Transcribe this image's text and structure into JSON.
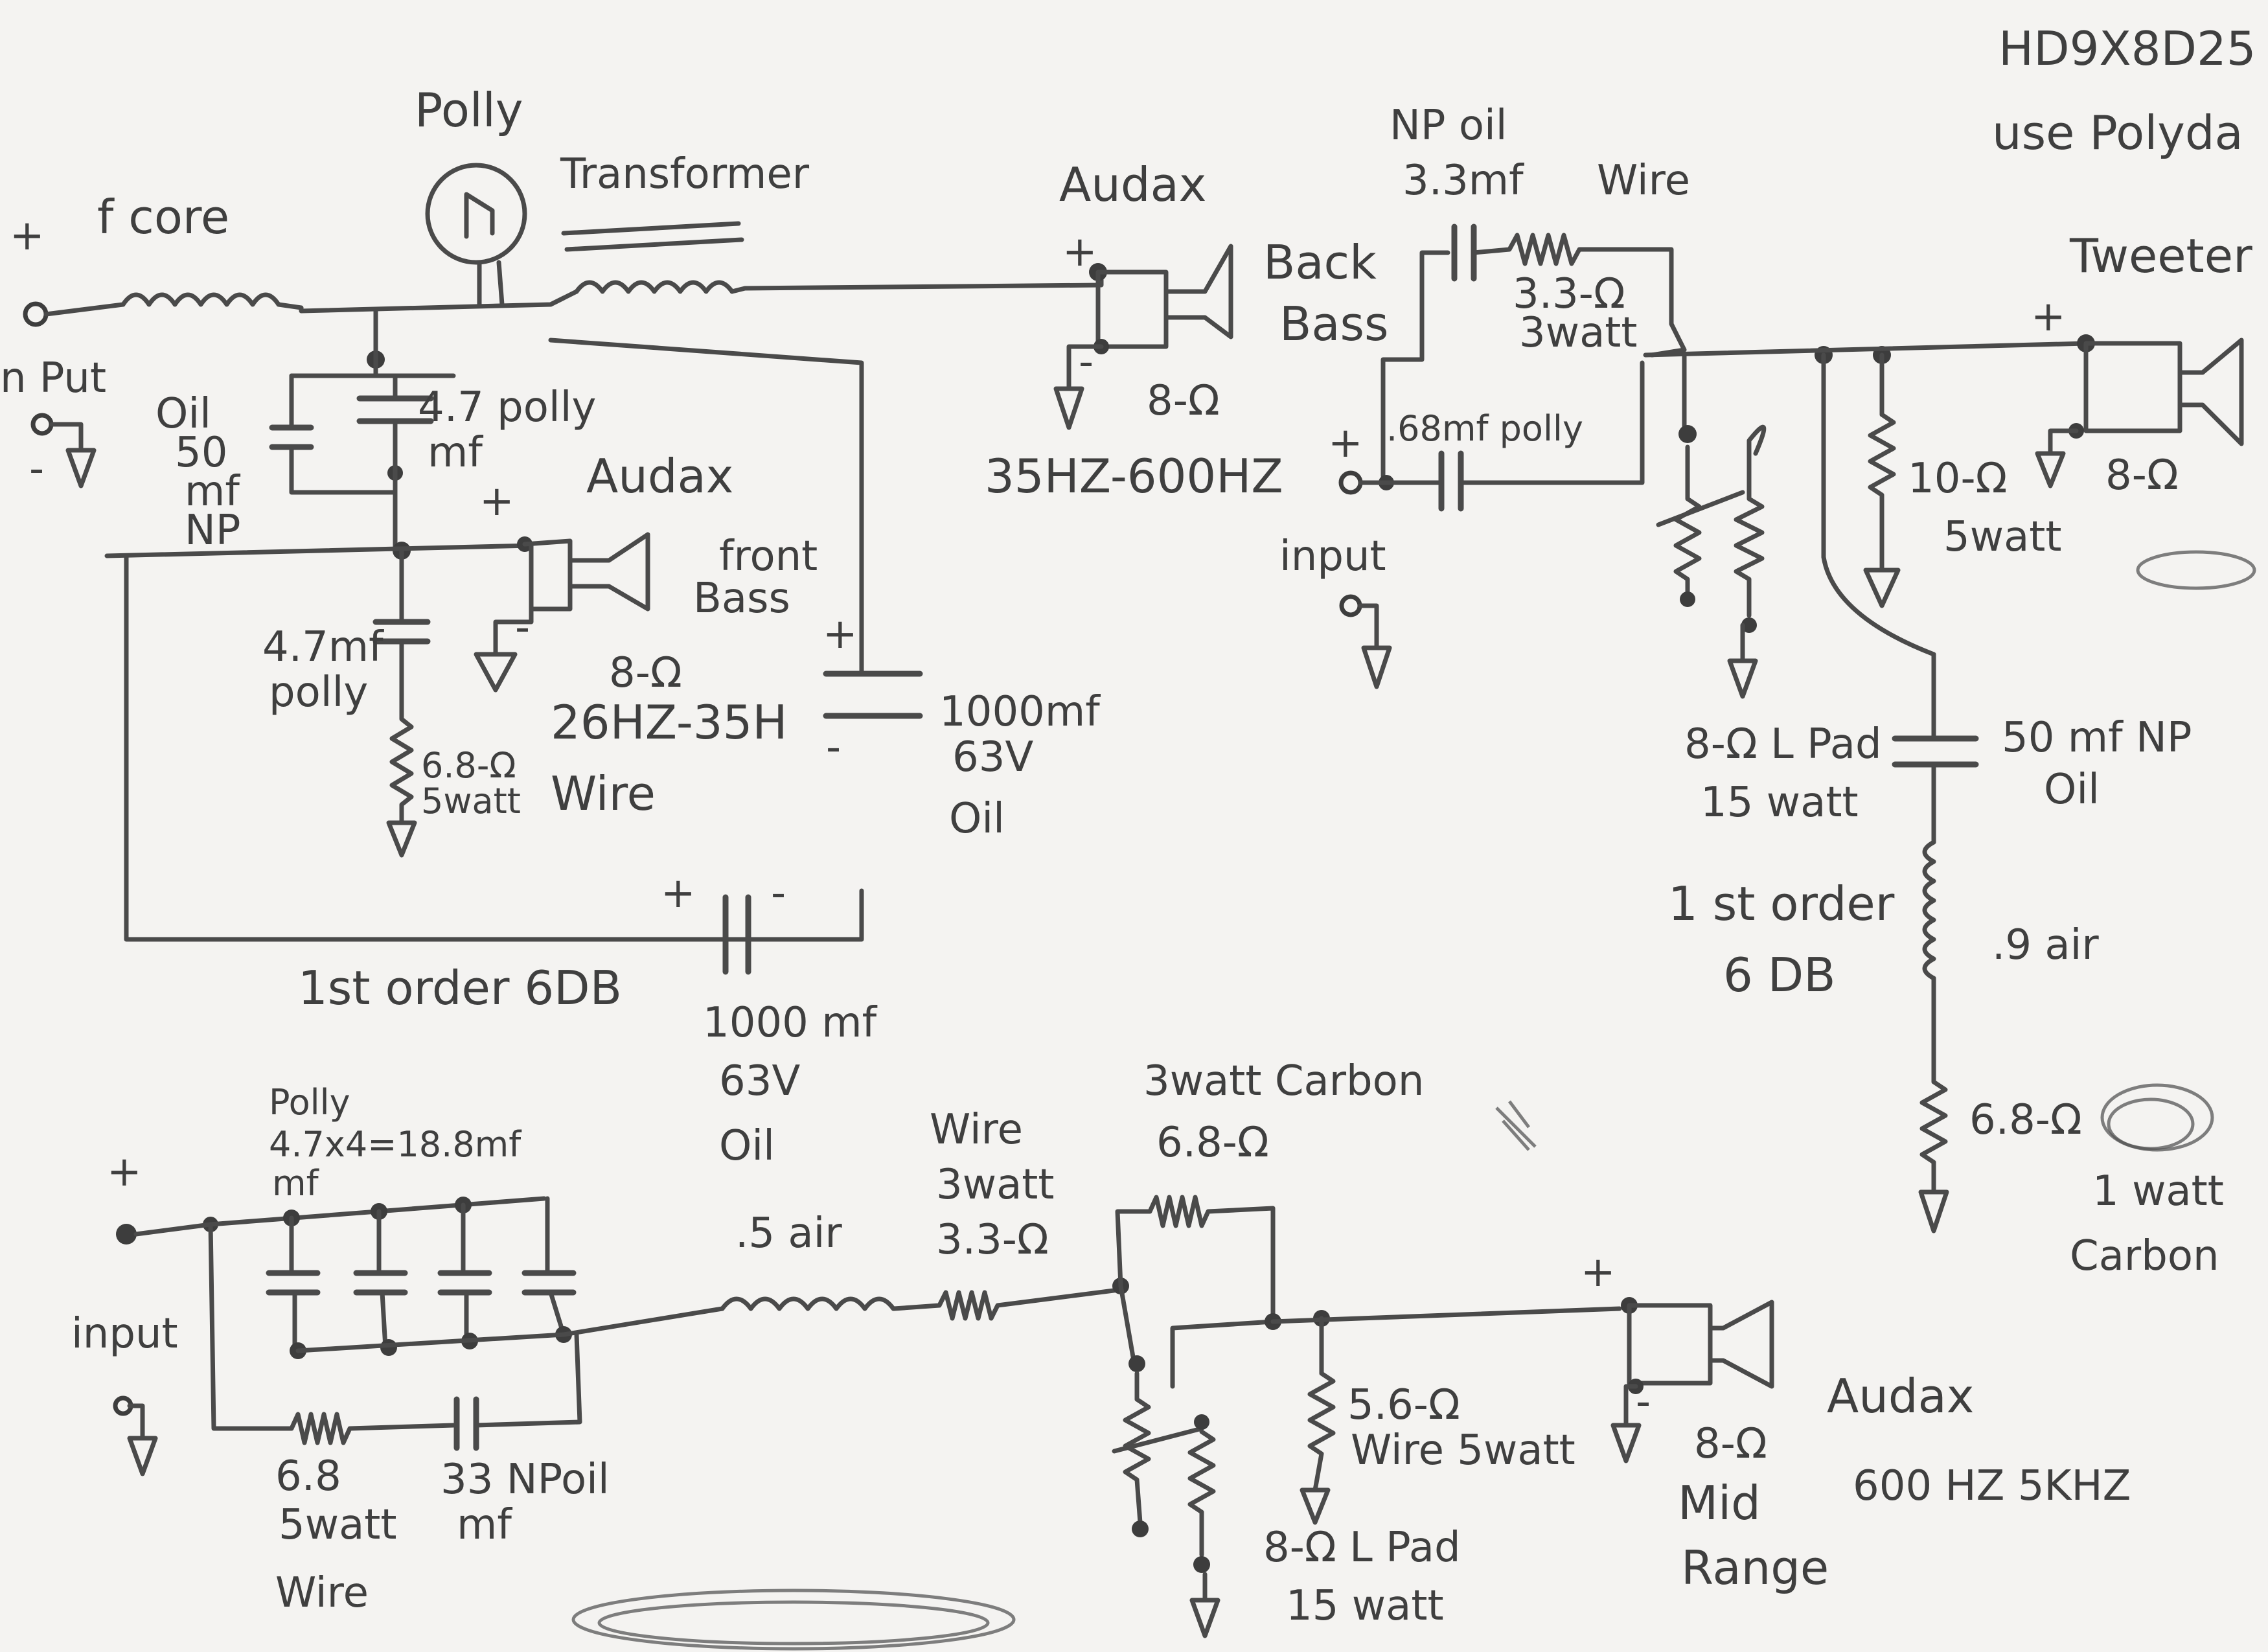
{
  "header": {
    "part_code": "HD9X8D25",
    "note": "use Polyda"
  },
  "woofer_section": {
    "plus": "+",
    "core_label": "f core",
    "polly_label": "Polly",
    "transformer_label": "Transformer",
    "input_label": "n Put",
    "minus": "-",
    "cap_oil": [
      "Oil",
      "50",
      "mf",
      "NP"
    ],
    "cap_polly": [
      "4.7 polly",
      "mf"
    ],
    "front_plus": "+",
    "front_driver_brand": "Audax",
    "front_driver_name": [
      "front",
      "Bass"
    ],
    "front_minus": "-",
    "cap_47": [
      "4.7mf",
      "polly"
    ],
    "front_ohms": "8-Ω",
    "front_range": "26HZ-35H",
    "res_68": [
      "6.8-Ω",
      "5watt"
    ],
    "res_wire": "Wire",
    "cap_1000a_plus": "+",
    "cap_1000a_minus": "-",
    "cap_1000a": [
      "1000mf",
      "63V",
      "Oil"
    ],
    "cap_1000b_plus": "+",
    "cap_1000b_minus": "-",
    "cap_1000b": [
      "1000 mf",
      "63V",
      "Oil"
    ],
    "order_label": "1st order 6DB"
  },
  "back_bass": {
    "brand": "Audax",
    "plus": "+",
    "minus": "-",
    "name": [
      "Back",
      "Bass"
    ],
    "ohms": "8-Ω",
    "range": "35HZ-600HZ"
  },
  "tweeter_section": {
    "cap_np": [
      "NP oil",
      "3.3mf"
    ],
    "wire_label": "Wire",
    "res": [
      "3.3-Ω",
      "3watt"
    ],
    "input_plus": "+",
    "input_label": "input",
    "cap_68": ".68mf polly",
    "lpad": [
      "8-Ω L Pad",
      "15 watt"
    ],
    "order_label": [
      "1 st order",
      "6 DB"
    ],
    "tweeter_label": "Tweeter",
    "tweeter_plus": "+",
    "res_10": [
      "10-Ω",
      "5watt"
    ],
    "tweeter_ohms": "8-Ω",
    "cap_50": [
      "50 mf NP",
      "Oil"
    ],
    "coil": ".9 air",
    "res_68": "6.8-Ω",
    "carbon": [
      "1 watt",
      "Carbon"
    ]
  },
  "mid_section": {
    "input_plus": "+",
    "input_label": "input",
    "cap_bank": [
      "Polly",
      "4.7x4=18.8mf",
      "mf"
    ],
    "coil": ".5 air",
    "res_wire": [
      "Wire",
      "3watt",
      "3.3-Ω"
    ],
    "res_carbon": [
      "3watt Carbon",
      "6.8-Ω"
    ],
    "shunt_res": [
      "6.8",
      "5watt",
      "Wire"
    ],
    "shunt_cap": [
      "33 NPoil",
      "mf"
    ],
    "res_56": [
      "5.6-Ω",
      "Wire 5watt"
    ],
    "lpad": [
      "8-Ω L Pad",
      "15 watt"
    ],
    "mid_plus": "+",
    "mid_minus": "-",
    "mid_ohms": "8-Ω",
    "mid_name": [
      "Mid",
      "Range"
    ],
    "brand": "Audax",
    "range": "600 HZ   5KHZ"
  }
}
